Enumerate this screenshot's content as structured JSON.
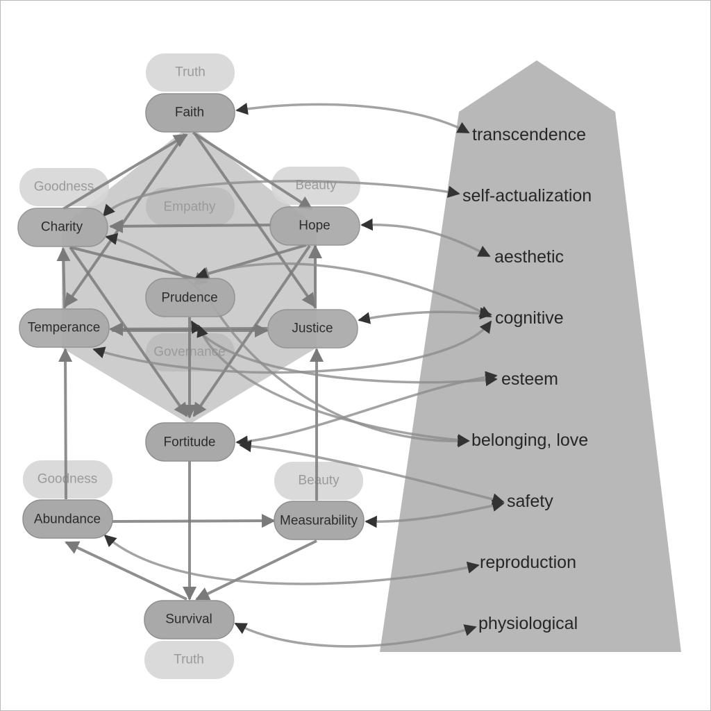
{
  "colors": {
    "pyramid": "#b8b8b8",
    "diamond": "#cfcfcf",
    "node_fill": "#a9a9a9",
    "node_stroke": "#8f8f8f",
    "ghost_fill": "#d6d6d6",
    "edge": "#7a7a7a",
    "arc": "#8c8c8c",
    "arrowhead": "#333333"
  },
  "nodes": {
    "faith": "Faith",
    "charity": "Charity",
    "hope": "Hope",
    "prudence": "Prudence",
    "temperance": "Temperance",
    "justice": "Justice",
    "fortitude": "Fortitude",
    "abundance": "Abundance",
    "measurability": "Measurability",
    "survival": "Survival"
  },
  "ghost_labels": {
    "truth_top": "Truth",
    "goodness_top": "Goodness",
    "beauty_top": "Beauty",
    "empathy": "Empathy",
    "governance": "Governance",
    "goodness_bottom": "Goodness",
    "beauty_bottom": "Beauty",
    "truth_bottom": "Truth"
  },
  "needs": [
    "transcendence",
    "self-actualization",
    "aesthetic",
    "cognitive",
    "esteem",
    "belonging, love",
    "safety",
    "reproduction",
    "physiological"
  ]
}
